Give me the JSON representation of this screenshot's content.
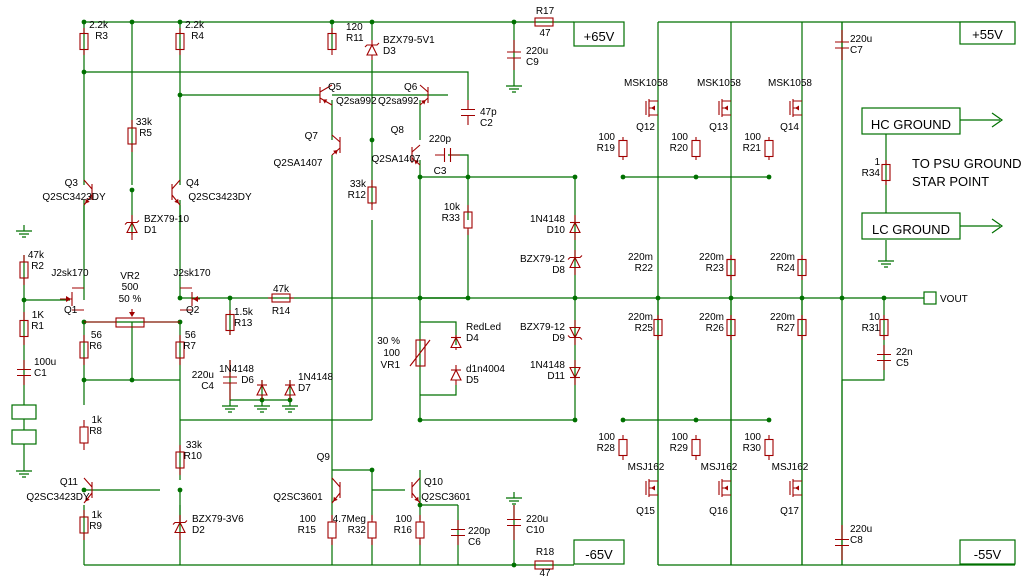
{
  "colors": {
    "wire": "#007000",
    "component": "#a00000",
    "background": "#ffffff",
    "text": "#000000"
  },
  "resistors": [
    {
      "id": "R3",
      "name": "R3",
      "value": "2.2k"
    },
    {
      "id": "R4",
      "name": "R4",
      "value": "2.2k"
    },
    {
      "id": "R11",
      "name": "R11",
      "value": "120"
    },
    {
      "id": "R17",
      "name": "R17",
      "value": "47"
    },
    {
      "id": "R5",
      "name": "R5",
      "value": "33k"
    },
    {
      "id": "R2",
      "name": "R2",
      "value": "47k"
    },
    {
      "id": "R1",
      "name": "R1",
      "value": "1K"
    },
    {
      "id": "R6",
      "name": "R6",
      "value": "56"
    },
    {
      "id": "R7",
      "name": "R7",
      "value": "56"
    },
    {
      "id": "R8",
      "name": "R8",
      "value": "1k"
    },
    {
      "id": "R9",
      "name": "R9",
      "value": "1k"
    },
    {
      "id": "R10",
      "name": "R10",
      "value": "33k"
    },
    {
      "id": "R13",
      "name": "R13",
      "value": "1.5k"
    },
    {
      "id": "R14",
      "name": "R14",
      "value": "47k"
    },
    {
      "id": "R12",
      "name": "R12",
      "value": "33k"
    },
    {
      "id": "R33",
      "name": "R33",
      "value": "10k"
    },
    {
      "id": "R15",
      "name": "R15",
      "value": "100"
    },
    {
      "id": "R32",
      "name": "R32",
      "value": "4.7Meg"
    },
    {
      "id": "R16",
      "name": "R16",
      "value": "100"
    },
    {
      "id": "R18",
      "name": "R18",
      "value": "47"
    },
    {
      "id": "R19",
      "name": "R19",
      "value": "100"
    },
    {
      "id": "R20",
      "name": "R20",
      "value": "100"
    },
    {
      "id": "R21",
      "name": "R21",
      "value": "100"
    },
    {
      "id": "R22",
      "name": "R22",
      "value": "220m"
    },
    {
      "id": "R23",
      "name": "R23",
      "value": "220m"
    },
    {
      "id": "R24",
      "name": "R24",
      "value": "220m"
    },
    {
      "id": "R25",
      "name": "R25",
      "value": "220m"
    },
    {
      "id": "R26",
      "name": "R26",
      "value": "220m"
    },
    {
      "id": "R27",
      "name": "R27",
      "value": "220m"
    },
    {
      "id": "R28",
      "name": "R28",
      "value": "100"
    },
    {
      "id": "R29",
      "name": "R29",
      "value": "100"
    },
    {
      "id": "R30",
      "name": "R30",
      "value": "100"
    },
    {
      "id": "R31",
      "name": "R31",
      "value": "10"
    },
    {
      "id": "R34",
      "name": "R34",
      "value": "1"
    }
  ],
  "capacitors": [
    {
      "id": "C9",
      "name": "C9",
      "value": "220u"
    },
    {
      "id": "C2",
      "name": "C2",
      "value": "47p"
    },
    {
      "id": "C3",
      "name": "C3",
      "value": "220p"
    },
    {
      "id": "C1",
      "name": "C1",
      "value": "100u"
    },
    {
      "id": "C4",
      "name": "C4",
      "value": "220u"
    },
    {
      "id": "C6",
      "name": "C6",
      "value": "220p"
    },
    {
      "id": "C10",
      "name": "C10",
      "value": "220u"
    },
    {
      "id": "C7",
      "name": "C7",
      "value": "220u"
    },
    {
      "id": "C8",
      "name": "C8",
      "value": "220u"
    },
    {
      "id": "C5",
      "name": "C5",
      "value": "22n"
    }
  ],
  "diodes": [
    {
      "id": "D3",
      "name": "D3",
      "value": "BZX79-5V1"
    },
    {
      "id": "D1",
      "name": "D1",
      "value": "BZX79-10"
    },
    {
      "id": "D2",
      "name": "D2",
      "value": "BZX79-3V6"
    },
    {
      "id": "D6",
      "name": "D6",
      "value": "1N4148"
    },
    {
      "id": "D7",
      "name": "D7",
      "value": "1N4148"
    },
    {
      "id": "D4",
      "name": "D4",
      "value": "RedLed"
    },
    {
      "id": "D5",
      "name": "D5",
      "value": "d1n4004"
    },
    {
      "id": "D10",
      "name": "D10",
      "value": "1N4148"
    },
    {
      "id": "D8",
      "name": "D8",
      "value": "BZX79-12"
    },
    {
      "id": "D9",
      "name": "D9",
      "value": "BZX79-12"
    },
    {
      "id": "D11",
      "name": "D11",
      "value": "1N4148"
    }
  ],
  "transistors": [
    {
      "id": "Q5",
      "name": "Q5",
      "value": "Q2sa992"
    },
    {
      "id": "Q6",
      "name": "Q6",
      "value": "Q2sa992"
    },
    {
      "id": "Q7",
      "name": "Q7",
      "value": "Q2SA1407"
    },
    {
      "id": "Q8",
      "name": "Q8",
      "value": "Q2SA1407"
    },
    {
      "id": "Q3",
      "name": "Q3",
      "value": "Q2SC3423DY"
    },
    {
      "id": "Q4",
      "name": "Q4",
      "value": "Q2SC3423DY"
    },
    {
      "id": "Q1",
      "name": "Q1",
      "value": "J2sk170"
    },
    {
      "id": "Q2",
      "name": "Q2",
      "value": "J2sk170"
    },
    {
      "id": "Q11",
      "name": "Q11",
      "value": "Q2SC3423DY"
    },
    {
      "id": "Q9",
      "name": "Q9",
      "value": "Q2SC3601"
    },
    {
      "id": "Q10",
      "name": "Q10",
      "value": "Q2SC3601"
    },
    {
      "id": "Q12",
      "name": "Q12",
      "value": "MSK1058"
    },
    {
      "id": "Q13",
      "name": "Q13",
      "value": "MSK1058"
    },
    {
      "id": "Q14",
      "name": "Q14",
      "value": "MSK1058"
    },
    {
      "id": "Q15",
      "name": "Q15",
      "value": "MSJ162"
    },
    {
      "id": "Q16",
      "name": "Q16",
      "value": "MSJ162"
    },
    {
      "id": "Q17",
      "name": "Q17",
      "value": "MSJ162"
    }
  ],
  "pots": [
    {
      "id": "VR2",
      "name": "VR2",
      "value": "500",
      "setting": "50 %"
    },
    {
      "id": "VR1",
      "name": "VR1",
      "value": "100",
      "setting": "30 %"
    }
  ],
  "rails": {
    "p65": "+65V",
    "m65": "-65V",
    "p55": "+55V",
    "m55": "-55V"
  },
  "labels": {
    "hc_ground": "HC GROUND",
    "lc_ground": "LC GROUND",
    "psu_note_line1": "TO PSU GROUND",
    "psu_note_line2": "STAR POINT",
    "vout": "VOUT"
  }
}
